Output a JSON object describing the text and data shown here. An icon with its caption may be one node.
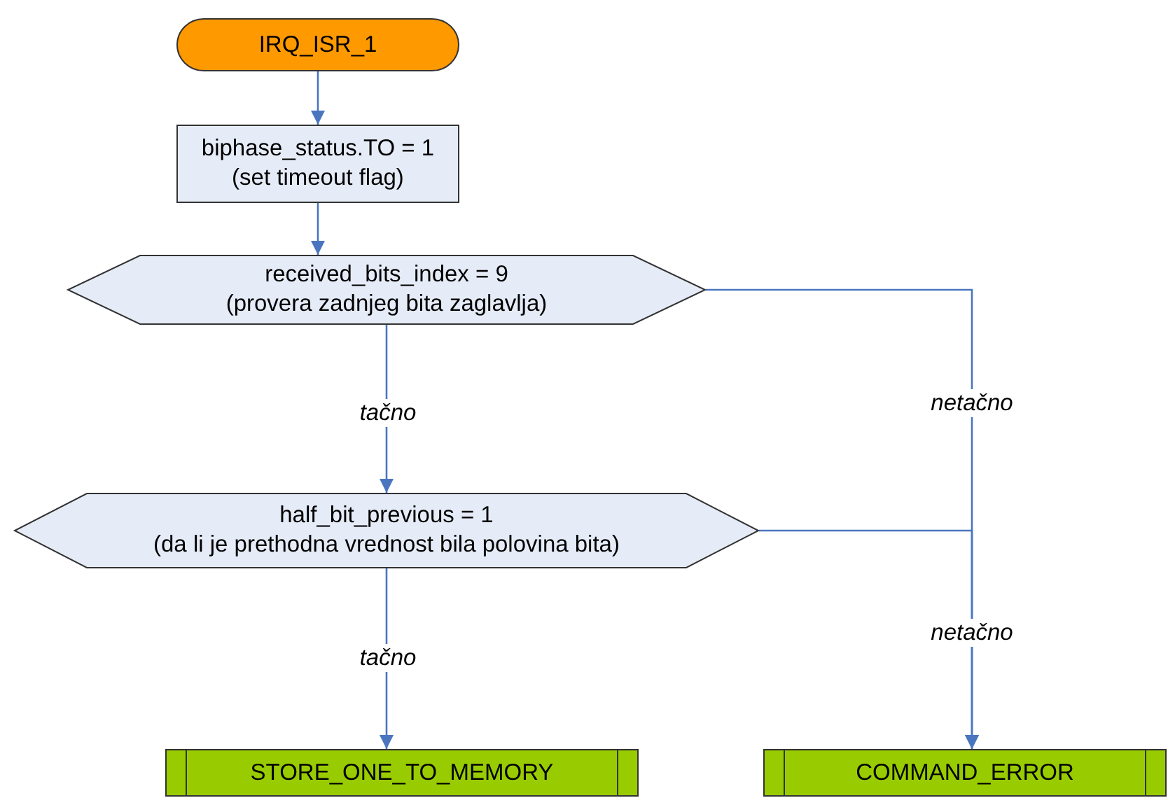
{
  "diagram": {
    "nodes": [
      {
        "text": [
          "IRQ_ISR_1"
        ]
      },
      {
        "text": [
          "biphase_status.TO = 1",
          "(set timeout flag)"
        ]
      },
      {
        "text": [
          "received_bits_index = 9",
          "(provera zadnjeg bita zaglavlja)"
        ]
      },
      {
        "text": [
          "half_bit_previous = 1",
          "(da li je prethodna vrednost bila polovina bita)"
        ]
      },
      {
        "text": [
          "STORE_ONE_TO_MEMORY"
        ]
      },
      {
        "text": [
          "COMMAND_ERROR"
        ]
      }
    ],
    "edges": [
      {
        "from": 0,
        "to": 1,
        "arrow": "to"
      },
      {
        "from": 1,
        "to": 2,
        "arrow": "to"
      },
      {
        "from": 2,
        "to": 3,
        "arrow": "to",
        "label": "tačno"
      },
      {
        "from": 3,
        "to": 4,
        "arrow": "to",
        "label": "tačno"
      },
      {
        "from": 2,
        "to": 5,
        "arrow": "to",
        "label": "netačno"
      },
      {
        "from": 3,
        "to": 5,
        "arrow": "to",
        "label": "netačno"
      }
    ]
  }
}
